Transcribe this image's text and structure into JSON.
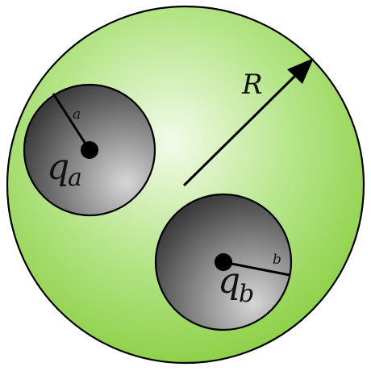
{
  "diagram": {
    "outer_sphere": {
      "radius_label": "R",
      "fill_center": "#f3fbe9",
      "fill_edge": "#8fd14a",
      "stroke": "#000000"
    },
    "cavity_a": {
      "charge_symbol": "q",
      "charge_subscript": "a",
      "radius_label": "a",
      "fill_light": "#d6d6d6",
      "fill_dark": "#3a3a3a"
    },
    "cavity_b": {
      "charge_symbol": "q",
      "charge_subscript": "b",
      "radius_label": "b",
      "fill_light": "#d6d6d6",
      "fill_dark": "#3a3a3a"
    }
  }
}
